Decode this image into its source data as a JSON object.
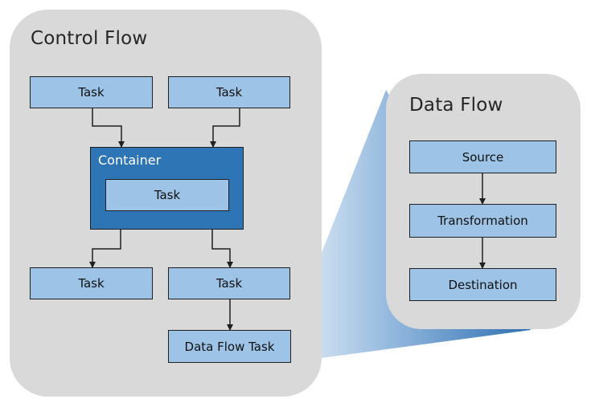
{
  "control_flow": {
    "title": "Control Flow",
    "top_tasks": [
      "Task",
      "Task"
    ],
    "container": {
      "label": "Container",
      "inner_task": "Task"
    },
    "bottom_tasks": [
      "Task",
      "Task"
    ],
    "data_flow_task": "Data Flow Task"
  },
  "data_flow": {
    "title": "Data Flow",
    "steps": [
      "Source",
      "Transformation",
      "Destination"
    ]
  },
  "colors": {
    "panel": "#d9d9d9",
    "task": "#9dc3e6",
    "container": "#2e75b6",
    "connector": "#1f1f1f"
  }
}
